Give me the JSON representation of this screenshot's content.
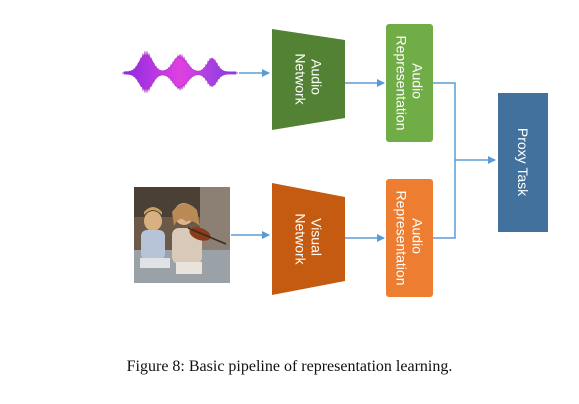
{
  "nodes": {
    "audio_network": {
      "lines": [
        "Audio",
        "Network"
      ],
      "color": "#548235"
    },
    "audio_representation_top": {
      "lines": [
        "Audio",
        "Representation"
      ],
      "color": "#70ad47"
    },
    "visual_network": {
      "lines": [
        "Visual",
        "Network"
      ],
      "color": "#c55a11"
    },
    "audio_representation_bottom": {
      "lines": [
        "Audio",
        "Representation"
      ],
      "color": "#ed7d31"
    },
    "proxy_task": {
      "lines": [
        "Proxy Task"
      ],
      "color": "#41719c"
    }
  },
  "inputs": {
    "audio_waveform": {
      "color": "#d63ad6"
    },
    "video_frame": {
      "description_icon": "photo-icon"
    }
  },
  "edge_color": "#5b9bd5",
  "caption": "Figure 8: Basic pipeline of representation learning."
}
